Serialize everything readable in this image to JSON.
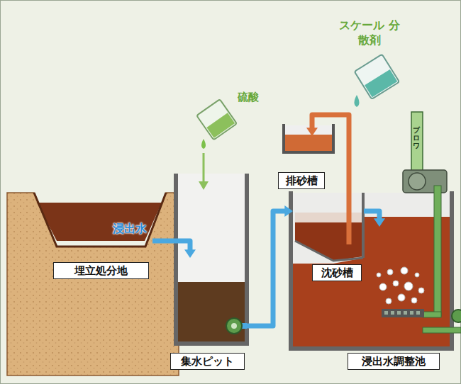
{
  "diagram": {
    "nodes": [
      {
        "text": [
          "埋立処分地"
        ]
      },
      {
        "text": [
          "集水ピット"
        ]
      },
      {
        "text": [
          "排砂槽"
        ]
      },
      {
        "text": [
          "浸出水調整池"
        ]
      },
      {
        "text": [
          "沈砂槽"
        ],
        "in": 3
      }
    ],
    "edges": [
      {
        "from": 0,
        "to": 1,
        "arrow": "to",
        "label": "浸出水"
      },
      {
        "from": 1,
        "to": 4,
        "arrow": "to"
      },
      {
        "from": 4,
        "to": 2,
        "arrow": "to"
      },
      {
        "from": 4,
        "to": 3,
        "arrow": "to"
      }
    ],
    "labels": [
      "硫酸",
      "スケール 分散剤",
      "ブロワ"
    ]
  }
}
